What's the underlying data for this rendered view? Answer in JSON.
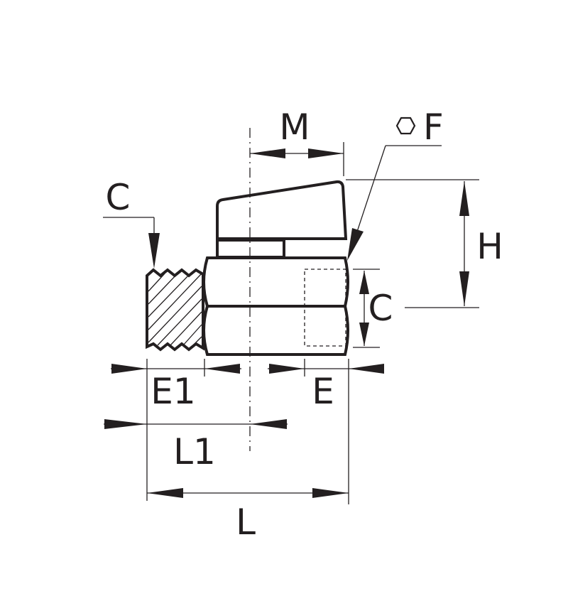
{
  "dimension_labels": {
    "m": "M",
    "f": "F",
    "c_thread_left": "C",
    "h": "H",
    "c_thread_right": "C",
    "e1": "E1",
    "e": "E",
    "l1": "L1",
    "l": "L"
  },
  "icons": {
    "hex_symbol": "hexagon-outline-icon"
  },
  "colors": {
    "line": "#231f20",
    "background": "#ffffff"
  }
}
